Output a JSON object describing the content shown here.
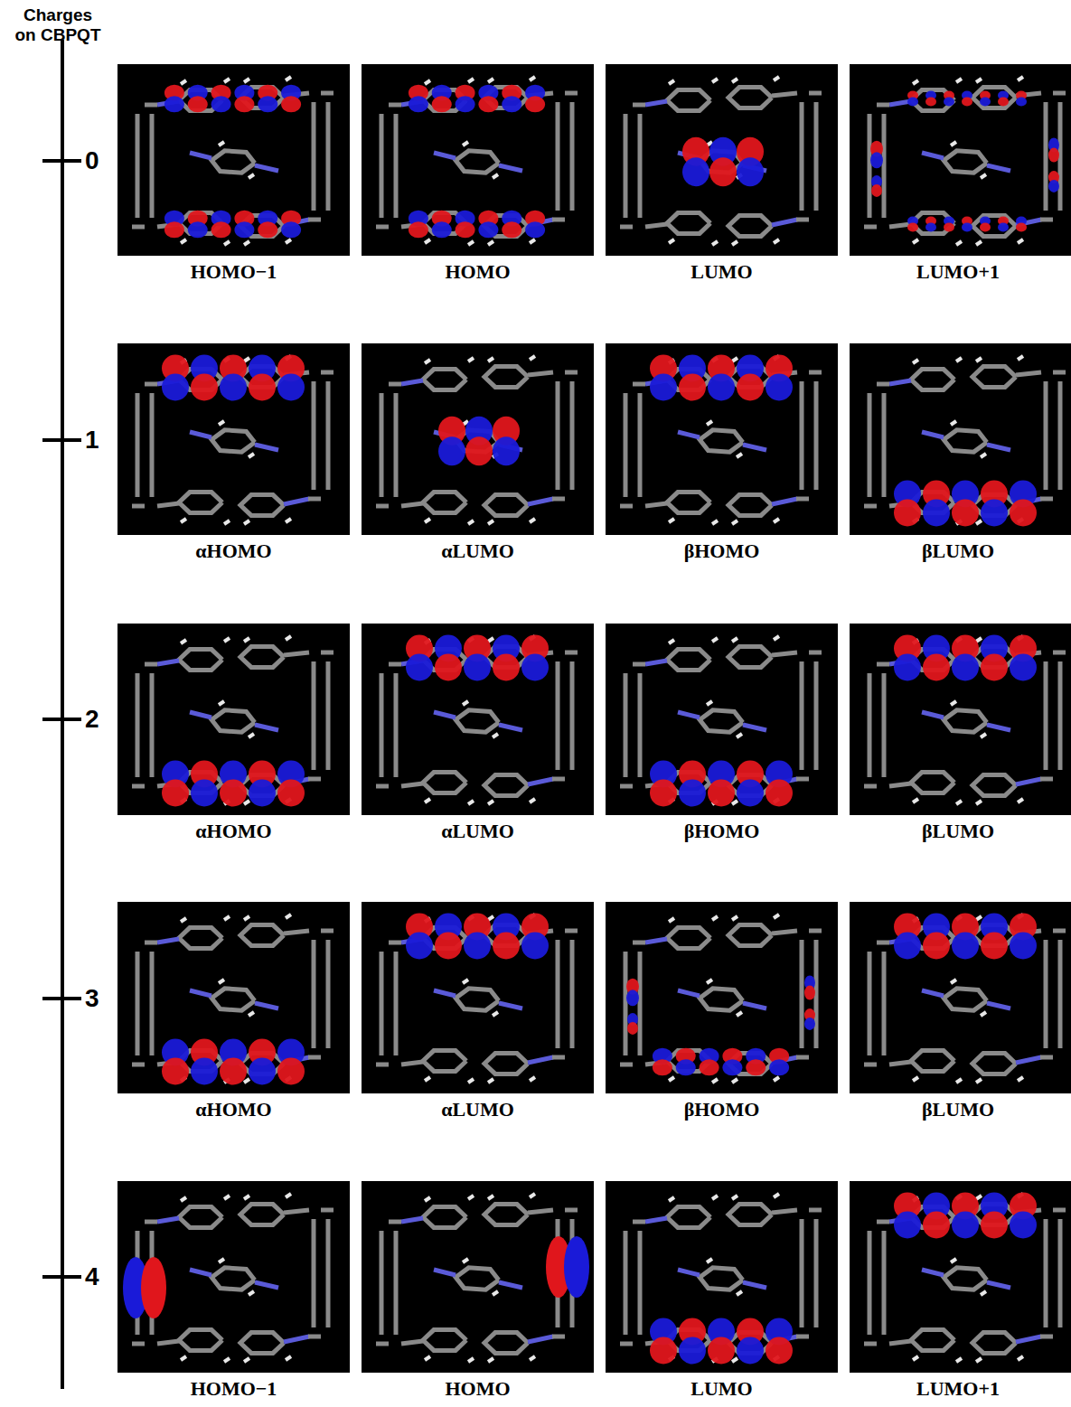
{
  "diagram": {
    "labels": [
      "Charges on CBPQT",
      "0",
      "1",
      "2",
      "3",
      "4",
      "HOMO−1",
      "HOMO",
      "LUMO",
      "LUMO+1",
      "αHOMO",
      "αLUMO",
      "βHOMO",
      "βLUMO",
      "αHOMO",
      "αLUMO",
      "βHOMO",
      "βLUMO",
      "αHOMO",
      "αLUMO",
      "βHOMO",
      "βLUMO",
      "HOMO−1",
      "HOMO",
      "LUMO",
      "LUMO+1"
    ]
  }
}
